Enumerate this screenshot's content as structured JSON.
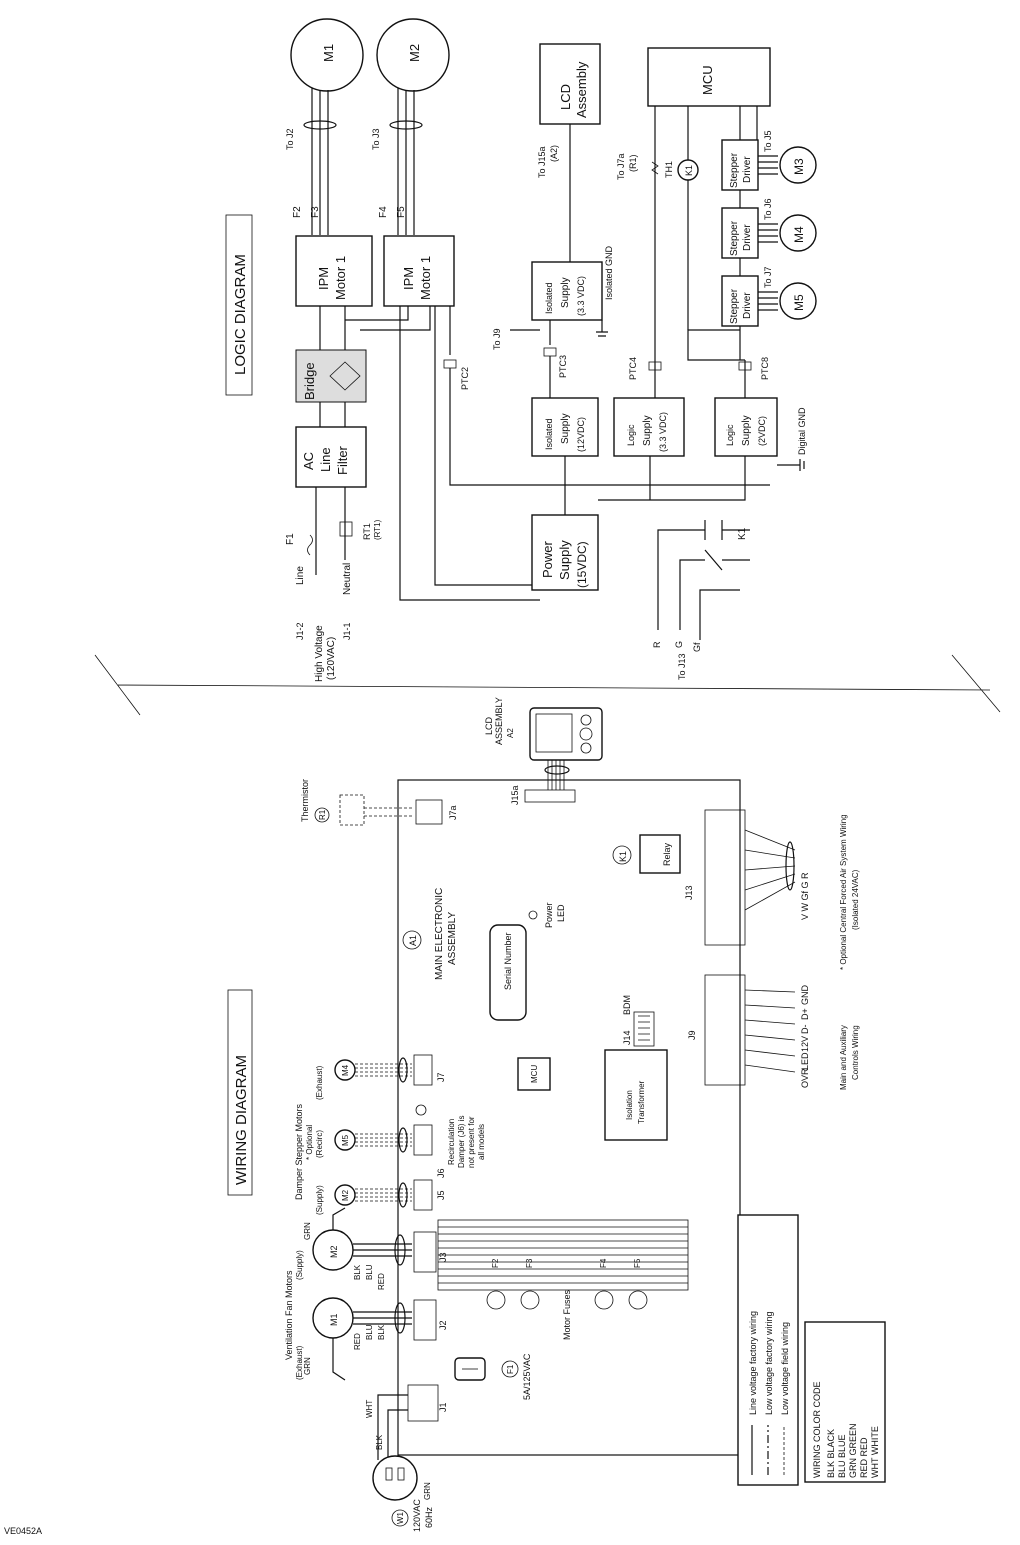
{
  "figure_id": "VE0452A",
  "logic": {
    "title": "LOGIC DIAGRAM",
    "motors": [
      "M1",
      "M2",
      "M3",
      "M4",
      "M5"
    ],
    "to_labels": {
      "j2": "To J2",
      "j3": "To J3",
      "j5": "To J5",
      "j6": "To J6",
      "j7": "To J7",
      "j15a": "To J15a",
      "a2": "(A2)",
      "j7a": "To J7a",
      "r1": "(R1)",
      "j9": "To J9",
      "j13": "To J13"
    },
    "fuses": {
      "f1": "F1",
      "f2": "F2",
      "f3": "F3",
      "f4": "F4",
      "f5": "F5"
    },
    "ipm1": [
      "IPM",
      "Motor 1"
    ],
    "ipm2": [
      "IPM",
      "Motor 1"
    ],
    "bridge": "Bridge",
    "ac_filter": [
      "AC",
      "Line",
      "Filter"
    ],
    "power_supply": [
      "Power",
      "Supply",
      "(15VDC)"
    ],
    "iso_12": [
      "Isolated",
      "Supply",
      "(12VDC)"
    ],
    "iso_33": [
      "Isolated",
      "Supply",
      "(3.3 VDC)"
    ],
    "logic_33": [
      "Logic",
      "Supply",
      "(3.3 VDC)"
    ],
    "logic_2": [
      "Logic",
      "Supply",
      "(2VDC)"
    ],
    "lcd": [
      "LCD",
      "Assembly"
    ],
    "mcu": "MCU",
    "stepper": [
      "Stepper",
      "Driver"
    ],
    "k1": "K1",
    "th1": "TH1",
    "ptc": {
      "ptc2": "PTC2",
      "ptc3": "PTC3",
      "ptc4": "PTC4",
      "ptc8": "PTC8"
    },
    "rt1": [
      "RT1",
      "(RT1)"
    ],
    "isolated_gnd": "Isolated GND",
    "digital_gnd": "Digital GND",
    "line": "Line",
    "neutral": "Neutral",
    "j1_2": "J1-2",
    "j1_1": "J1-1",
    "high_voltage": [
      "High Voltage",
      "(120VAC)"
    ],
    "rgg": [
      "R",
      "G",
      "Gf"
    ]
  },
  "wiring": {
    "title": "WIRING DIAGRAM",
    "vent_fan_motors": "Ventilation Fan Motors",
    "exhaust": "(Exhaust)",
    "supply": "(Supply)",
    "damper_motors": "Damper Stepper Motors",
    "optional": "* Optional",
    "recirc": "(Recirc)",
    "exhaust2": "(Exhaust)",
    "supply2": "(Supply)",
    "thermistor": "Thermistor",
    "r1": "R1",
    "lcd_assembly": [
      "LCD",
      "ASSEMBLY"
    ],
    "a2": "A2",
    "a1": "A1",
    "main_assembly": [
      "MAIN ELECTRONIC",
      "ASSEMBLY"
    ],
    "serial": "Serial Number",
    "power_led": [
      "Power",
      "LED"
    ],
    "mcu": "MCU",
    "isolation": [
      "Isolation",
      "Transformer"
    ],
    "relay": "Relay",
    "k1": "K1",
    "w1": "W1",
    "mains": [
      "120VAC",
      "60Hz"
    ],
    "fuse_rating": "5A/125VAC",
    "motor_fuses": "Motor Fuses",
    "recirc_note": [
      "Recirculation",
      "Damper (J6) is",
      "not present for",
      "all models"
    ],
    "connectors": {
      "j1": "J1",
      "j2": "J2",
      "j3": "J3",
      "j5": "J5",
      "j6": "J6",
      "j7": "J7",
      "j7a": "J7a",
      "j9": "J9",
      "j13": "J13",
      "j14": "J14",
      "j15a": "J15a"
    },
    "bdm": "BDM",
    "fuses": {
      "f1": "F1",
      "f2": "F2",
      "f3": "F3",
      "f4": "F4",
      "f5": "F5"
    },
    "motor_wires": [
      "GRN",
      "RED",
      "BLU",
      "BLK"
    ],
    "supply_wires": [
      "GRN",
      "BLK",
      "BLU",
      "RED"
    ],
    "mains_wires": {
      "wht": "WHT",
      "blk": "BLK",
      "grn": "GRN"
    },
    "j9_pins": [
      "GND",
      "D+",
      "D-",
      "12V",
      "LED",
      "OVR"
    ],
    "j9_note": [
      "Main and Auxiliary",
      "Controls Wiring"
    ],
    "j13_pins": "V W Gf G R",
    "j13_note": [
      "* Optional Central Forced Air System Wiring",
      "(Isolated 24VAC)"
    ]
  },
  "legend": {
    "items": [
      "Line voltage factory wiring",
      "Low voltage factory wiring",
      "Low voltage field wiring"
    ]
  },
  "color_code": {
    "title": "WIRING COLOR CODE",
    "rows": [
      "BLK BLACK",
      "BLU BLUE",
      "GRN GREEN",
      "RED RED",
      "WHT WHITE"
    ]
  }
}
